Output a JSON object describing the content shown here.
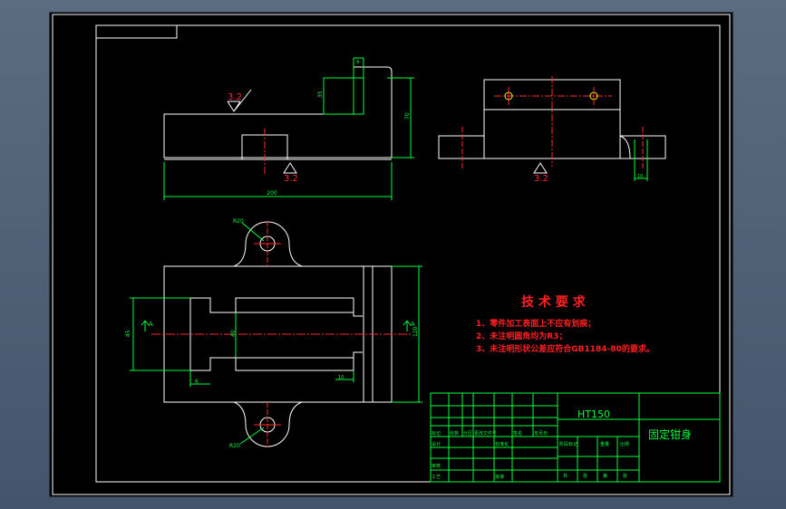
{
  "colors": {
    "background": "#000000",
    "outline": "#ffffff",
    "center_line": "#ff2a2a",
    "dimension": "#00ff3c",
    "title_block": "#00ff3c",
    "cut_symbol": "#00ff3c",
    "notes_text": "#ff2020"
  },
  "dimensions": {
    "top_length": "200",
    "top_height": "70",
    "boss_height": "35",
    "boss_width": "9",
    "right_small": "10",
    "left_vertical": "45",
    "center_vertical": "40",
    "right_vertical": "120",
    "bottom_small_1": "6",
    "bottom_small_2": "10",
    "radius_top": "R20",
    "radius_bottom": "R20"
  },
  "surface_finish": {
    "symbol_1": "3.2",
    "symbol_2": "3.2",
    "symbol_3": "3.2"
  },
  "section_labels": {
    "left": "A",
    "right": "A"
  },
  "tech_requirements": {
    "title": "技 术 要 求",
    "items": [
      "1、零件加工表面上不应有划痕；",
      "2、未注明圆角均为R3；",
      "3、未注明形状公差应符合GB1184-80的要求。"
    ]
  },
  "title_block": {
    "material": "HT150",
    "part_name": "固定钳身",
    "row_labels": [
      "标记",
      "处数",
      "分区",
      "更改文件号",
      "签名",
      "年月日"
    ],
    "left_labels": [
      "设计",
      "审核",
      "工艺"
    ],
    "mid_labels": [
      "标准化",
      "批准"
    ],
    "stage_labels": [
      "阶段标记",
      "重量",
      "比例"
    ],
    "sheet_labels": [
      "共",
      "张",
      "第",
      "张"
    ]
  }
}
